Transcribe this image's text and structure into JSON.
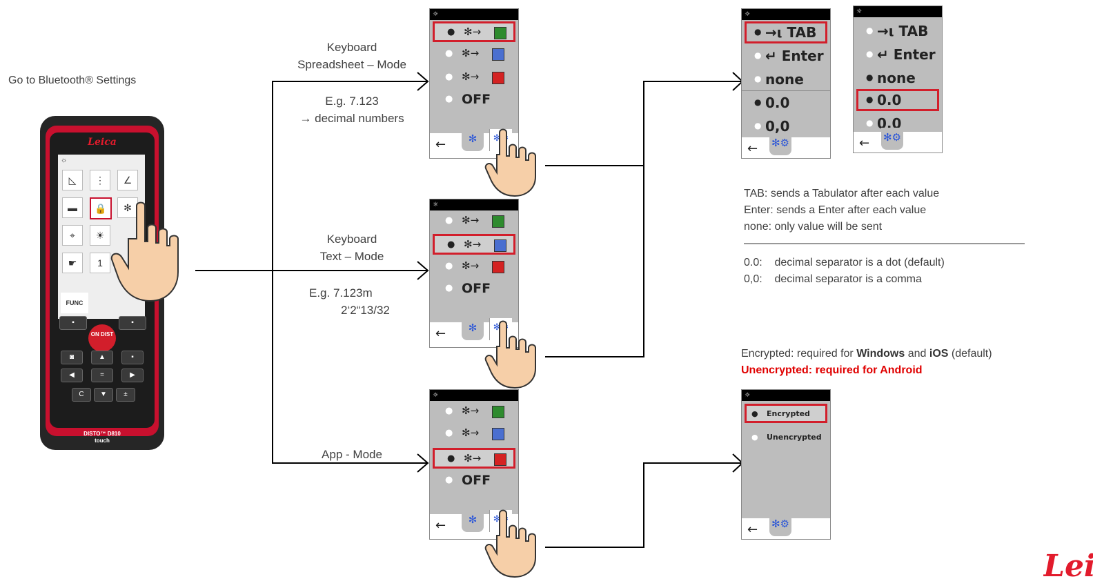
{
  "intro": {
    "goto_label": "Go to Bluetooth® Settings"
  },
  "phone": {
    "brand": "Leica",
    "func_label": "FUNC",
    "ondist_label": "ON DIST",
    "model_line1": "DISTO™ D810",
    "model_line2": "touch",
    "gear_glyph": "☼"
  },
  "modes": {
    "spreadsheet": {
      "title_line1": "Keyboard",
      "title_line2": "Spreadsheet – Mode",
      "example_line1": "E.g. 7.123",
      "example_line2": "→ decimal numbers"
    },
    "text": {
      "title_line1": "Keyboard",
      "title_line2": "Text – Mode",
      "example_line1": "E.g. 7.123m",
      "example_line2": "2‘2“13/32"
    },
    "app": {
      "title": "App - Mode"
    }
  },
  "device_menu": {
    "bt_glyph": "✻→",
    "off_label": "OFF",
    "back_glyph": "←",
    "tab_bt_glyph": "✻",
    "tab_settings_glyph": "✻⚙"
  },
  "separator_menu": {
    "options": [
      "→ι TAB",
      "↵ Enter",
      "none",
      "0.0",
      "0,0"
    ]
  },
  "explanations": {
    "tab": "TAB:   sends a Tabulator after  each value",
    "enter": "Enter: sends a Enter after each value",
    "none": "none: only value will be sent",
    "dot": "0.0:    decimal separator is a dot (default)",
    "comma": "0,0:    decimal separator is a comma"
  },
  "encryption": {
    "note_prefix": "Encrypted: required for ",
    "note_windows": "Windows",
    "note_and": " and ",
    "note_ios": "iOS",
    "note_suffix": " (default)",
    "unencrypted_note": "Unencrypted: required for Android",
    "option_encrypted": "Encrypted",
    "option_unencrypted": "Unencrypted"
  },
  "footer_logo": "Leica",
  "colors": {
    "accent_red": "#d21e2b",
    "screen_gray": "#bdbdbd",
    "text_gray": "#404040",
    "bt_blue": "#2a55d8"
  }
}
